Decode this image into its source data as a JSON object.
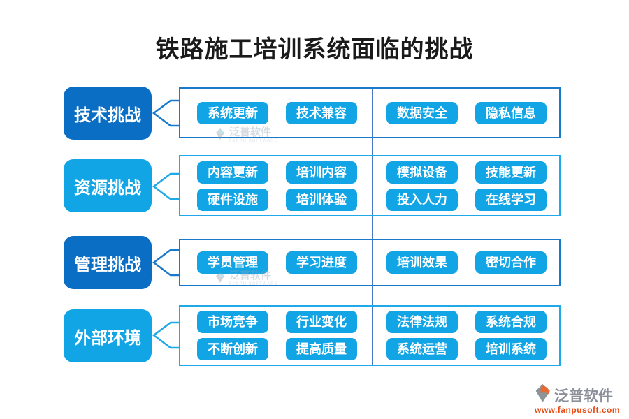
{
  "title": "铁路施工培训系统面临的挑战",
  "groups": [
    {
      "label": "技术挑战",
      "theme": "dark",
      "left": [
        [
          "系统更新",
          "技术兼容"
        ]
      ],
      "right": [
        [
          "数据安全",
          "隐私信息"
        ]
      ]
    },
    {
      "label": "资源挑战",
      "theme": "light",
      "left": [
        [
          "内容更新",
          "培训内容"
        ],
        [
          "硬件设施",
          "培训体验"
        ]
      ],
      "right": [
        [
          "模拟设备",
          "技能更新"
        ],
        [
          "投入人力",
          "在线学习"
        ]
      ]
    },
    {
      "label": "管理挑战",
      "theme": "dark",
      "left": [
        [
          "学员管理",
          "学习进度"
        ]
      ],
      "right": [
        [
          "培训效果",
          "密切合作"
        ]
      ]
    },
    {
      "label": "外部环境",
      "theme": "light",
      "left": [
        [
          "市场竞争",
          "行业变化"
        ],
        [
          "不断创新",
          "提高质量"
        ]
      ],
      "right": [
        [
          "法律法规",
          "系统合规"
        ],
        [
          "系统运营",
          "培训系统"
        ]
      ]
    }
  ],
  "watermark": {
    "brand": "泛普软件",
    "brand_sub": "FANPU SOFTWARE",
    "url": "www.fanpusoft.com"
  },
  "colors": {
    "title_text": "#1a1a1a",
    "dark_blue": "#0a6ec4",
    "cyan": "#12a5e6",
    "border_dark": "#1b79cb",
    "border_cyan": "#1fa9e8",
    "divider": "#4a77c4",
    "button_text": "#ffffff",
    "brand_grey": "#8a8f99",
    "brand_orange": "#e8490f"
  }
}
